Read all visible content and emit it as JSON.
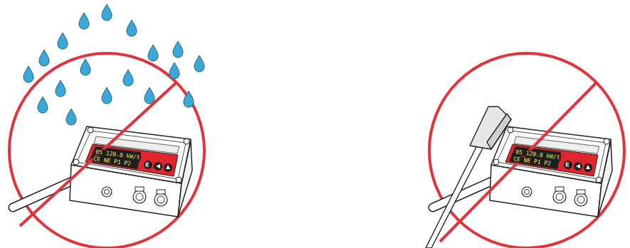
{
  "diagram": {
    "labels": [
      "05 120.8 kW/t",
      "CE NE P1 P2",
      "E",
      "05 120.8 kW/t",
      "CE NE P1 P2",
      "E"
    ]
  }
}
